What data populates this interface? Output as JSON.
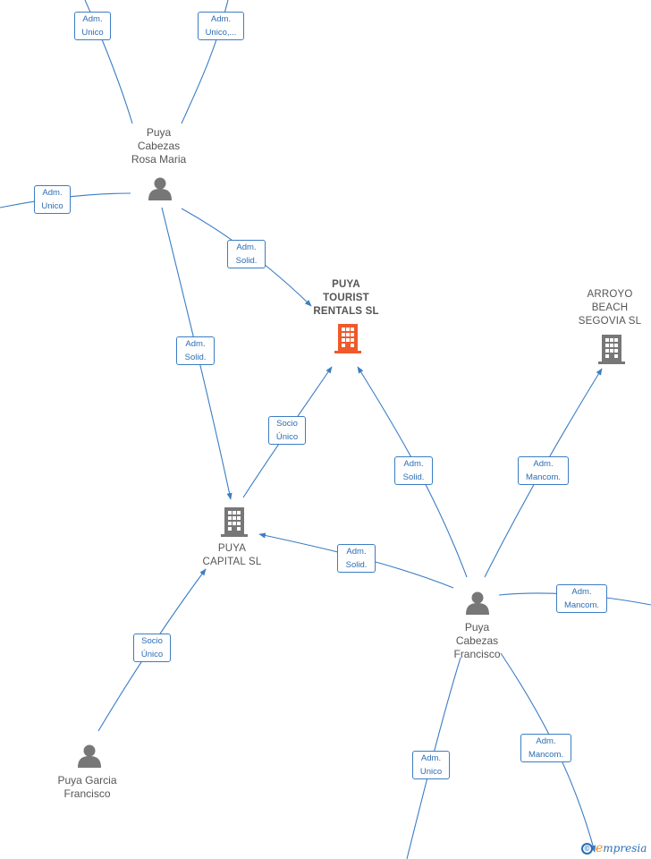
{
  "nodes": {
    "rosa": {
      "type": "person",
      "lines": [
        "Puya",
        "Cabezas",
        "Rosa Maria"
      ]
    },
    "francisco": {
      "type": "person",
      "lines": [
        "Puya",
        "Cabezas",
        "Francisco"
      ]
    },
    "garcia": {
      "type": "person",
      "lines": [
        "Puya Garcia",
        "Francisco"
      ]
    },
    "tourist": {
      "type": "company",
      "lines": [
        "PUYA",
        "TOURIST",
        "RENTALS  SL"
      ],
      "highlight": true
    },
    "capital": {
      "type": "company",
      "lines": [
        "PUYA",
        "CAPITAL  SL"
      ]
    },
    "arroyo": {
      "type": "company",
      "lines": [
        "ARROYO",
        "BEACH",
        "SEGOVIA  SL"
      ]
    }
  },
  "edge_labels": {
    "top_left": [
      "Adm.",
      "Unico"
    ],
    "top_right": [
      "Adm.",
      "Unico,..."
    ],
    "rosa_left": [
      "Adm.",
      "Unico"
    ],
    "rosa_tourist": [
      "Adm.",
      "Solid."
    ],
    "rosa_capital": [
      "Adm.",
      "Solid."
    ],
    "capital_tourist": [
      "Socio",
      "Único"
    ],
    "fran_tourist": [
      "Adm.",
      "Solid."
    ],
    "fran_arroyo": [
      "Adm.",
      "Mancom."
    ],
    "fran_capital": [
      "Adm.",
      "Solid."
    ],
    "fran_right": [
      "Adm.",
      "Mancom."
    ],
    "garcia_capital": [
      "Socio",
      "Único"
    ],
    "fran_bottom_left": [
      "Adm.",
      "Unico"
    ],
    "fran_bottom_right": [
      "Adm.",
      "Mancom."
    ]
  },
  "colors": {
    "edge": "#3b7dc4",
    "person_icon": "#777777",
    "company_icon": "#777777",
    "highlight_company": "#f0592a"
  },
  "watermark": {
    "copyright": "©",
    "brand_initial": "e",
    "brand_rest": "mpresia"
  }
}
